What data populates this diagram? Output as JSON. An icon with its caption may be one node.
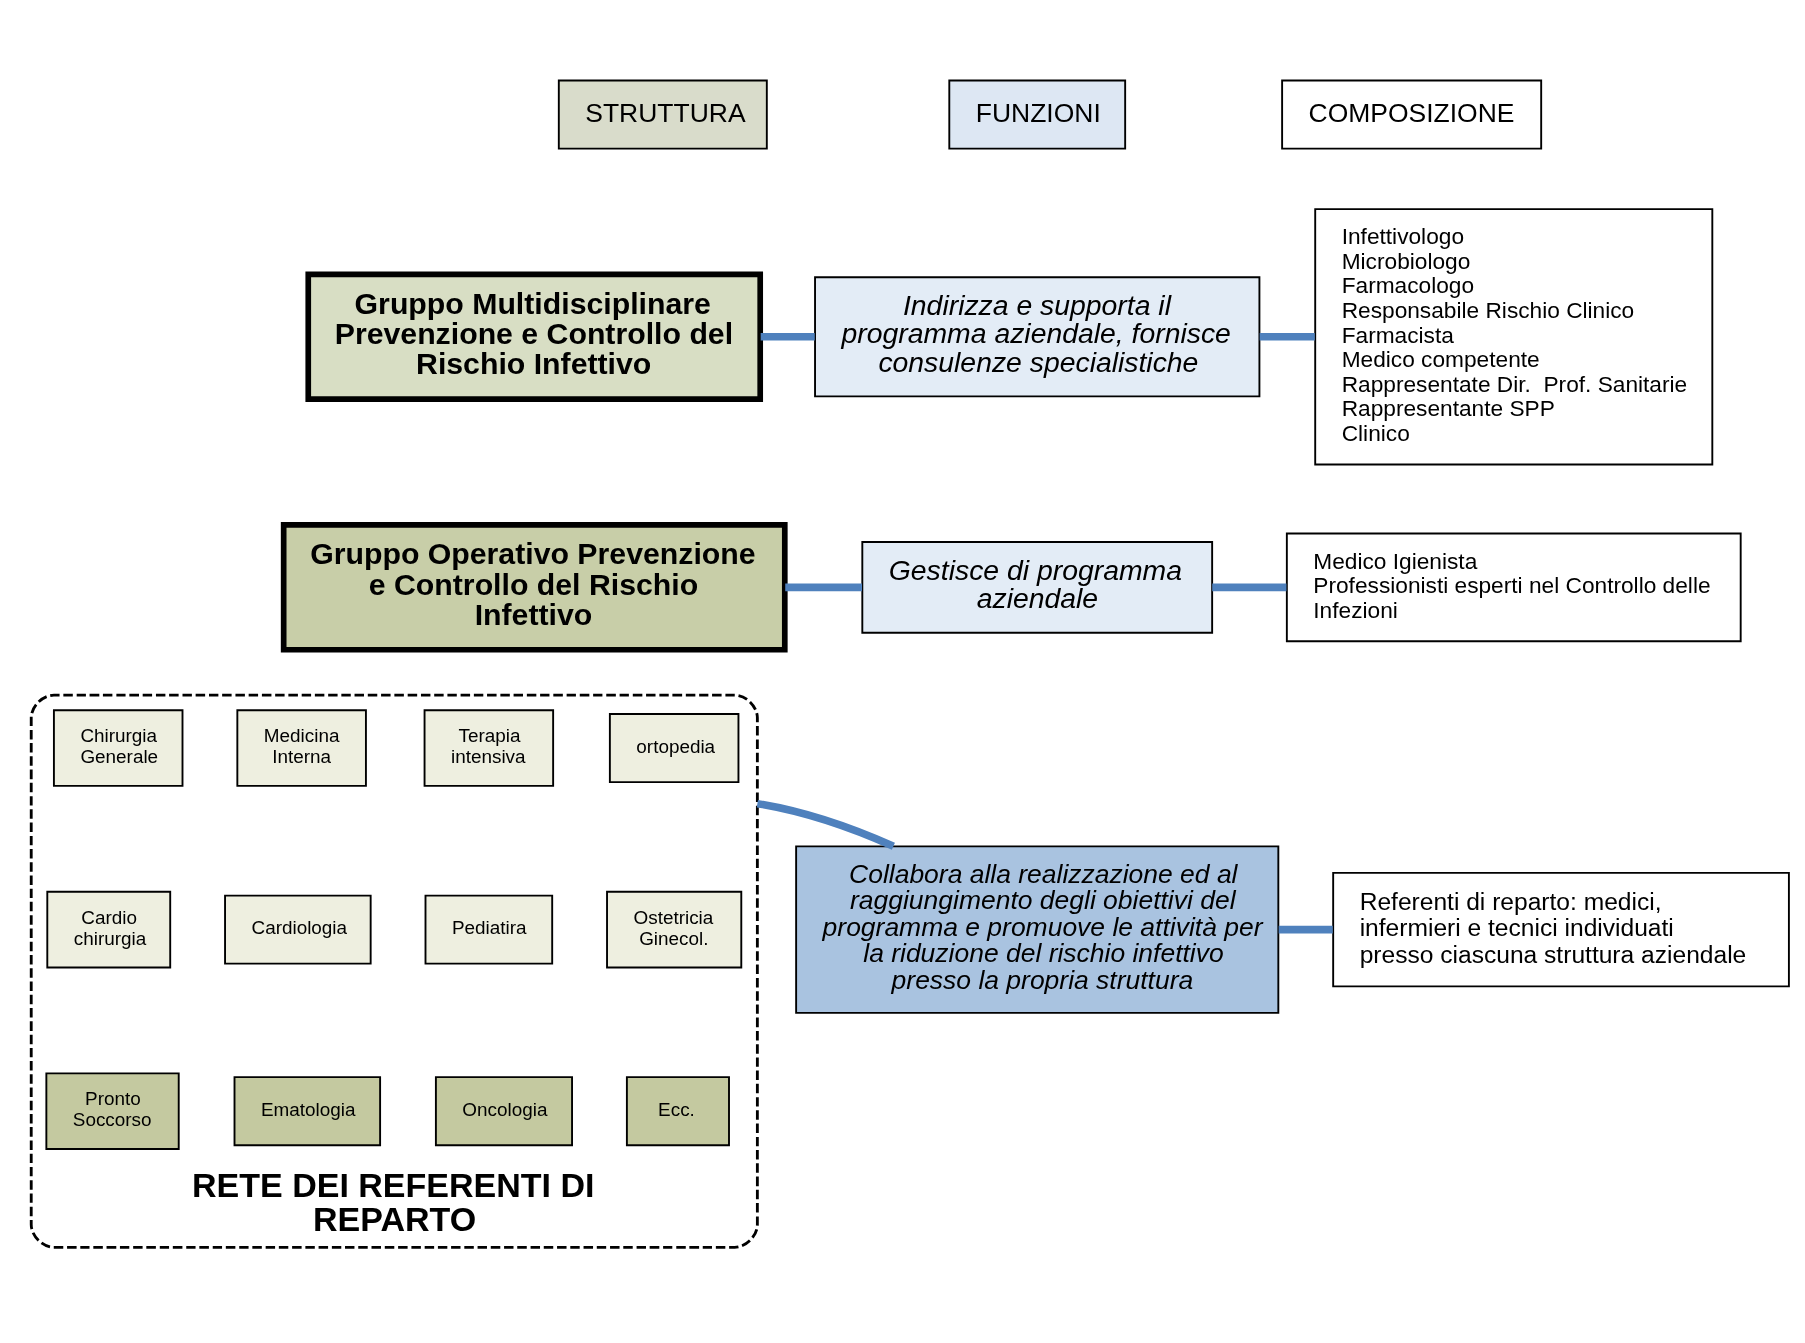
{
  "diagram": {
    "nodes": [
      {
        "text": [
          "STRUTTURA"
        ]
      },
      {
        "text": [
          "FUNZIONI"
        ]
      },
      {
        "text": [
          "COMPOSIZIONE"
        ]
      },
      {
        "text": [
          "Gruppo Multidisciplinare Prevenzione e Controllo del Rischio Infettivo"
        ]
      },
      {
        "text": [
          "Indirizza e supporta il programma aziendale, fornisce consulenze specialistiche"
        ]
      },
      {
        "text": [
          "Infettivologo",
          "Microbiologo",
          "Farmacologo",
          "Responsabile Rischio Clinico",
          "Farmacista",
          "Medico competente",
          "Rappresentate Dir.  Prof. Sanitarie",
          "Rappresentante SPP",
          "Clinico"
        ]
      },
      {
        "text": [
          "Gruppo Operativo Prevenzione e Controllo del Rischio Infettivo"
        ]
      },
      {
        "text": [
          "Gestisce di programma aziendale"
        ]
      },
      {
        "text": [
          "Medico Igienista",
          "Professionisti esperti nel Controllo delle Infezioni"
        ]
      },
      {
        "text": [
          "RETE DEI REFERENTI DI REPARTO"
        ]
      },
      {
        "text": [
          "Chirurgia Generale"
        ],
        "in": 9
      },
      {
        "text": [
          "Medicina Interna"
        ],
        "in": 9
      },
      {
        "text": [
          "Terapia intensiva"
        ],
        "in": 9
      },
      {
        "text": [
          "ortopedia"
        ],
        "in": 9
      },
      {
        "text": [
          "Cardio chirurgia"
        ],
        "in": 9
      },
      {
        "text": [
          "Cardiologia"
        ],
        "in": 9
      },
      {
        "text": [
          "Pediatira"
        ],
        "in": 9
      },
      {
        "text": [
          "Ostetricia Ginecol."
        ],
        "in": 9
      },
      {
        "text": [
          "Pronto Soccorso"
        ],
        "in": 9
      },
      {
        "text": [
          "Ematologia"
        ],
        "in": 9
      },
      {
        "text": [
          "Oncologia"
        ],
        "in": 9
      },
      {
        "text": [
          "Ecc."
        ],
        "in": 9
      },
      {
        "text": [
          "Collabora alla realizzazione ed al raggiungimento degli obiettivi del programma e promuove le attività per la riduzione del rischio infettivo presso la propria struttura"
        ]
      },
      {
        "text": [
          "Referenti di reparto: medici, infermieri e tecnici individuati presso ciascuna struttura aziendale"
        ]
      }
    ],
    "edges": [
      {
        "from": 3,
        "to": 4,
        "arrow": "none"
      },
      {
        "from": 4,
        "to": 5,
        "arrow": "none"
      },
      {
        "from": 6,
        "to": 7,
        "arrow": "none"
      },
      {
        "from": 7,
        "to": 8,
        "arrow": "none"
      },
      {
        "from": 9,
        "to": 22,
        "arrow": "none"
      },
      {
        "from": 22,
        "to": 23,
        "arrow": "none"
      }
    ]
  }
}
